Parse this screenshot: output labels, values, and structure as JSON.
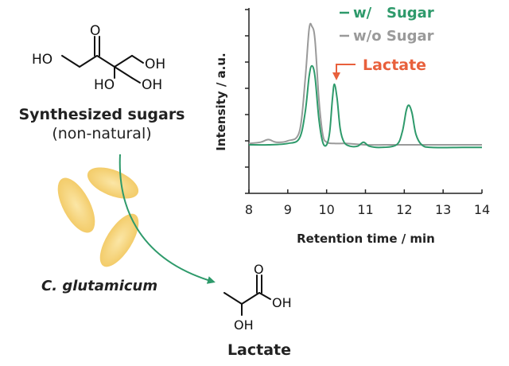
{
  "sugar_structure": {
    "atoms": {
      "ho_left": "HO",
      "oh_right": "OH",
      "ho_center": "HO",
      "oh_bottom": "OH",
      "carbonyl_o": "O"
    },
    "caption_line1": "Synthesized sugars",
    "caption_line2": "(non-natural)"
  },
  "organism_label": "C. glutamicum",
  "lactate_structure": {
    "atoms": {
      "carbonyl_o": "O",
      "acid_oh": "OH",
      "alpha_oh": "OH"
    },
    "caption": "Lactate"
  },
  "colors": {
    "with_sugar": "#2e9a6b",
    "without_sugar": "#9a9a9a",
    "lactate_annotation": "#e8603c",
    "cells": "#f6d27a",
    "arrow": "#2e9a6b"
  },
  "chart_data": {
    "type": "line",
    "xlabel": "Retention time / min",
    "ylabel": "Intensity / a.u.",
    "xlim": [
      8,
      14
    ],
    "x_ticks": [
      "8",
      "9",
      "10",
      "11",
      "12",
      "13",
      "14"
    ],
    "y_scale": "arbitrary units, no numeric labels",
    "legend_position": "top-right",
    "series": [
      {
        "name": "w/   Sugar",
        "color": "#2e9a6b",
        "x": [
          8.0,
          8.5,
          9.0,
          9.3,
          9.45,
          9.55,
          9.62,
          9.7,
          9.8,
          9.9,
          10.0,
          10.08,
          10.15,
          10.2,
          10.27,
          10.35,
          10.45,
          10.6,
          10.8,
          10.95,
          11.1,
          11.4,
          11.8,
          11.95,
          12.05,
          12.12,
          12.2,
          12.3,
          12.45,
          12.7,
          13.5,
          14.0
        ],
        "y": [
          0.1,
          0.1,
          0.11,
          0.15,
          0.35,
          0.62,
          0.7,
          0.62,
          0.3,
          0.12,
          0.1,
          0.2,
          0.45,
          0.56,
          0.45,
          0.22,
          0.12,
          0.09,
          0.09,
          0.12,
          0.09,
          0.08,
          0.1,
          0.2,
          0.36,
          0.4,
          0.34,
          0.18,
          0.1,
          0.08,
          0.08,
          0.08
        ]
      },
      {
        "name": "w/o Sugar",
        "color": "#9a9a9a",
        "x": [
          8.0,
          8.3,
          8.5,
          8.7,
          9.0,
          9.3,
          9.45,
          9.55,
          9.62,
          9.7,
          9.8,
          9.9,
          10.0,
          10.2,
          10.5,
          11.0,
          11.5,
          12.0,
          12.5,
          13.0,
          14.0
        ],
        "y": [
          0.11,
          0.12,
          0.14,
          0.12,
          0.13,
          0.2,
          0.6,
          0.98,
          1.0,
          0.9,
          0.45,
          0.18,
          0.12,
          0.11,
          0.11,
          0.1,
          0.1,
          0.1,
          0.1,
          0.1,
          0.1
        ]
      }
    ],
    "annotations": [
      {
        "text": "Lactate",
        "x": 10.2,
        "points_to": "peak of w/ Sugar series"
      }
    ]
  }
}
